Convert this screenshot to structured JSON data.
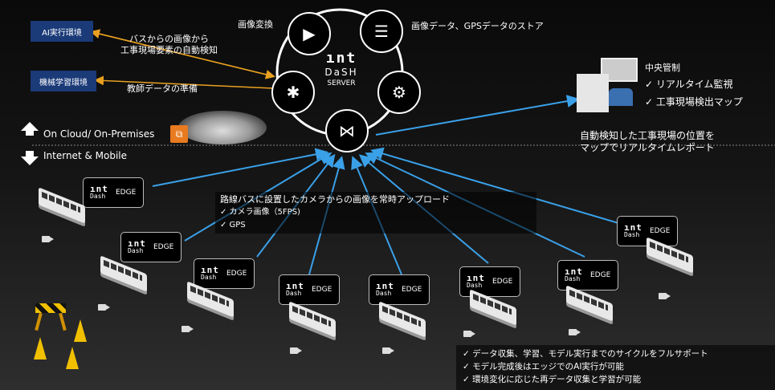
{
  "left_boxes": {
    "ai_env": "AI実行環境",
    "ml_env": "機械学習環境"
  },
  "left_notes": {
    "auto_detect": "バスからの画像から\n工事現場要素の自動検知",
    "teacher_data": "教師データの準備"
  },
  "server": {
    "logo_top": "ınt",
    "logo_mid": "DaSH",
    "label": "SERVER",
    "img_convert": "画像変換",
    "store": "画像データ、GPSデータのストア"
  },
  "central": {
    "title": "中央管制",
    "items": [
      "✓ リアルタイム監視",
      "✓ 工事現場検出マップ"
    ],
    "report": "自動検知した工事現場の位置を\nマップでリアルタイムレポート"
  },
  "divider": {
    "cloud": "On Cloud/ On-Premises",
    "mobile": "Internet & Mobile"
  },
  "upload": {
    "title": "路線バスに設置したカメラからの画像を常時アップロード",
    "items": [
      "✓ カメラ画像（5FPS)",
      "✓ GPS"
    ]
  },
  "edge": {
    "logo_top": "ınt",
    "logo_bottom": "Dash",
    "label": "EDGE"
  },
  "bottom_notes": [
    "✓ データ収集、学習、モデル実行までのサイクルをフルサポート",
    "✓ モデル完成後はエッジでのAI実行が可能",
    "✓ 環境変化に応じた再データ収集と学習が可能"
  ],
  "colors": {
    "arrow_blue": "#3aa0e8",
    "arrow_orange": "#e8a020",
    "box_blue": "#1a3a78"
  }
}
